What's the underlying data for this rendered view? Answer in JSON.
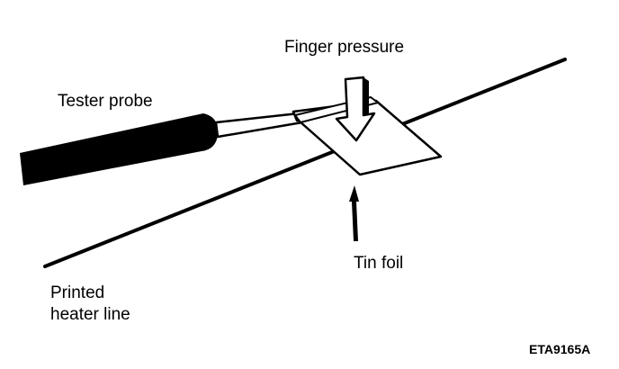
{
  "labels": {
    "finger_pressure": "Finger pressure",
    "tester_probe": "Tester probe",
    "tin_foil": "Tin foil",
    "printed_heater_line_1": "Printed",
    "printed_heater_line_2": "heater line",
    "figure_code": "ETA9165A"
  },
  "colors": {
    "ink": "#000000",
    "paper": "#ffffff"
  }
}
